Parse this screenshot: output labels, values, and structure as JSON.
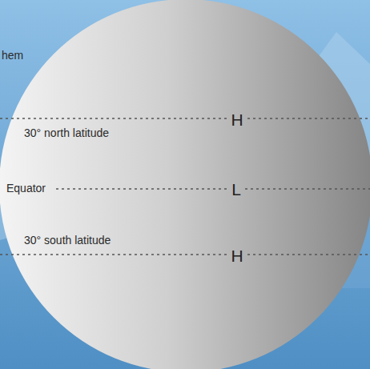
{
  "diagram": {
    "labels": [
      "hem",
      "30° north latitude",
      "H",
      "Equator",
      "L",
      "30° south latitude",
      "H"
    ]
  }
}
